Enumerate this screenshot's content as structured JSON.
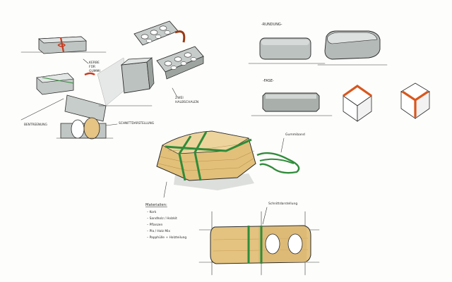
{
  "labels": {
    "kerbe": "KERBE",
    "fur": "FÜR",
    "gummiband_top": "GUMMI",
    "bentreenung": "BENTREENUNG",
    "schnittdarstellung": "SCHNITTDARSTELLUNG",
    "zwei": "ZWEI",
    "halbschalen": "HALBSCHALEN",
    "rundung": "-RUNDUNG-",
    "fase": "-FASE-",
    "gummiband": "Gummiband",
    "materialien": "Materialien:",
    "materials": [
      "– Kork",
      "– Sandholz / Holzkit",
      "– Pflanzen",
      "– Pla / Holz Mix",
      "– Papphülle + Holzteilung"
    ],
    "schnittdarstellung_bottom": "Schnittdarstellung"
  },
  "colors": {
    "grey_marker": "#b9bfbc",
    "grey_dark": "#8f9793",
    "wood": "#e3c37f",
    "wood_dark": "#c9a05a",
    "green_band": "#2f8c3a",
    "orange": "#d9571e",
    "red_accent": "#c93a1e"
  }
}
